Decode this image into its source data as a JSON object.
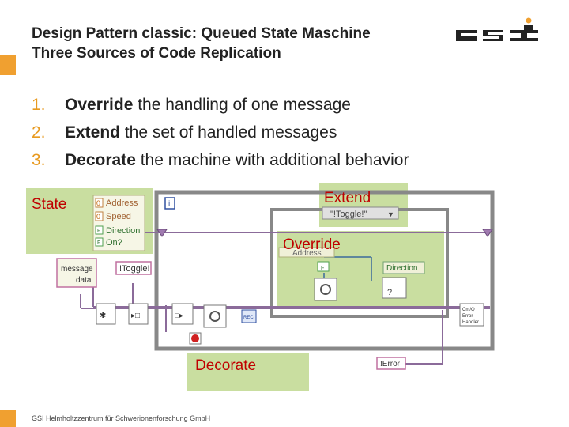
{
  "slide": {
    "title_line1": "Design Pattern classic: Queued State Maschine",
    "title_line2": "Three Sources of Code Replication",
    "footer": "GSI Helmholtzzentrum für Schwerionenforschung GmbH"
  },
  "list": [
    {
      "num": "1.",
      "keyword": "Override",
      "rest": " the handling of one message"
    },
    {
      "num": "2.",
      "keyword": "Extend",
      "rest": " the set of handled messages"
    },
    {
      "num": "3.",
      "keyword": "Decorate",
      "rest": " the machine with additional behavior"
    }
  ],
  "diagram": {
    "labels": {
      "state": "State",
      "extend": "Extend",
      "override": "Override",
      "decorate": "Decorate"
    },
    "cluster": {
      "address": "Address",
      "speed": "Speed",
      "direction": "Direction",
      "on": "On?",
      "zero": "0",
      "false": "F"
    },
    "case_selector": "\"!Toggle!\"",
    "iteration": "i",
    "queue_in": {
      "message": "message",
      "data": "data"
    },
    "toggle_const": "!Toggle!",
    "direction_inner": "Direction",
    "address_inner": "Address",
    "question": "?",
    "error_handler": {
      "l1": "Cm/Q",
      "l2": "Error",
      "l3": "Handler"
    },
    "error_const": "!Error",
    "rec_label": "REC"
  },
  "colors": {
    "accent": "#f0a030",
    "label_red": "#c00000",
    "highlight_green": "#c9dea0",
    "wire": "#8b6b9a",
    "frame": "#888888"
  }
}
